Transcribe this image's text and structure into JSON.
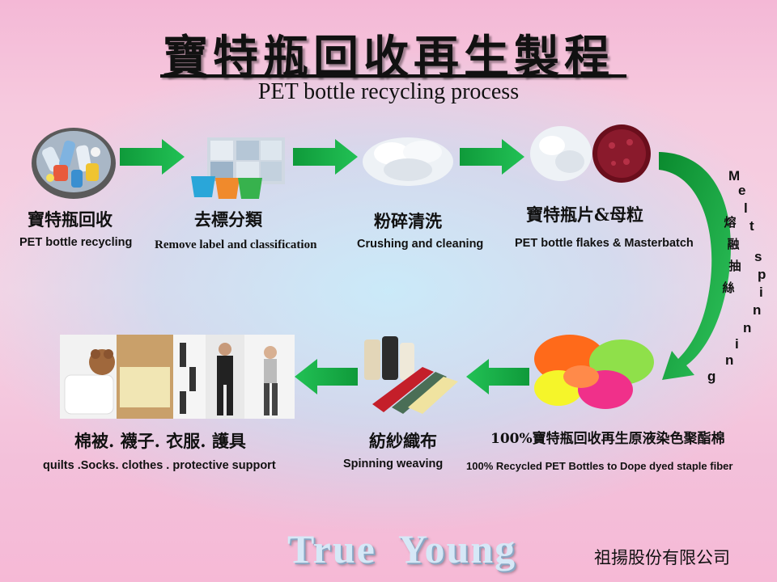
{
  "title": "寶特瓶回收再生製程",
  "subtitle": "PET bottle recycling process",
  "steps": [
    {
      "zh": "寶特瓶回收",
      "en": "PET bottle recycling"
    },
    {
      "zh": "去標分類",
      "en": "Remove label and  classification"
    },
    {
      "zh": "粉碎清洗",
      "en": "Crushing and cleaning"
    },
    {
      "zh": "寶特瓶片&母粒",
      "en": "PET bottle flakes & Masterbatch"
    },
    {
      "zh": "100%寶特瓶回收再生原液染色聚酯棉",
      "en": "100% Recycled PET  Bottles to Dope dyed staple fiber"
    },
    {
      "zh": "紡紗織布",
      "en": "Spinning weaving"
    },
    {
      "zh": "棉被. 襪子. 衣服. 護具",
      "en": "quilts .Socks. clothes . protective support"
    }
  ],
  "melt": {
    "en_letters": [
      "M",
      "e",
      "l",
      "t",
      "s",
      "p",
      "i",
      "n",
      "n",
      "i",
      "n",
      "g"
    ],
    "zh_chars": [
      "熔",
      "融",
      "抽",
      "絲"
    ]
  },
  "footer": {
    "brand": "True  Young",
    "company": "祖揚股份有限公司"
  },
  "colors": {
    "arrow_green": "#18b34a",
    "arrow_dark_green": "#0a8a2e"
  }
}
